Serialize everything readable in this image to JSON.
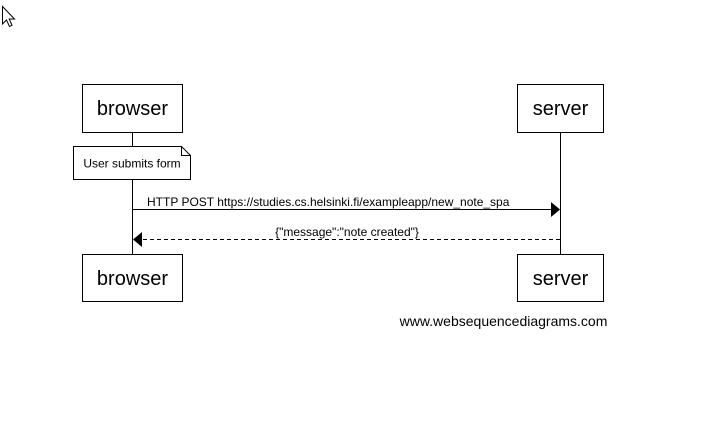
{
  "diagram": {
    "type": "sequence",
    "participants": [
      {
        "id": "browser",
        "label": "browser"
      },
      {
        "id": "server",
        "label": "server"
      }
    ],
    "note": {
      "over": "browser",
      "text": "User submits form"
    },
    "messages": [
      {
        "from": "browser",
        "to": "server",
        "style": "solid",
        "text": "HTTP POST https://studies.cs.helsinki.fi/exampleapp/new_note_spa"
      },
      {
        "from": "server",
        "to": "browser",
        "style": "dashed",
        "text": "{\"message\":\"note created\"}"
      }
    ],
    "watermark": "www.websequencediagrams.com"
  },
  "icons": {
    "cursor": "mouse-pointer-icon"
  }
}
